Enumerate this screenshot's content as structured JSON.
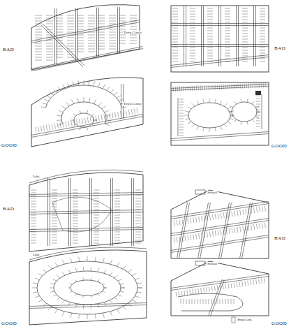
{
  "diagram": {
    "labels": [
      "BAD",
      "BAD",
      "GOOD",
      "GOOD",
      "BAD",
      "BAD",
      "GOOD",
      "GOOD",
      "Town Center",
      "Town Center",
      "Lake",
      "Lake",
      "School",
      "School",
      "Shop Lots"
    ]
  }
}
